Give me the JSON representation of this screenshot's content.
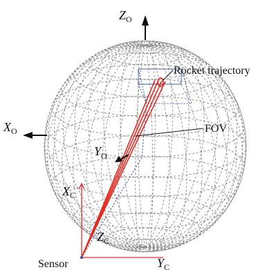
{
  "labels": {
    "z_o": {
      "main": "Z",
      "sub": "O"
    },
    "x_o": {
      "main": "X",
      "sub": "O"
    },
    "y_o": {
      "main": "Y",
      "sub": "O"
    },
    "x_c": {
      "main": "X",
      "sub": "C"
    },
    "y_c": {
      "main": "Y",
      "sub": "C"
    },
    "z_c": {
      "main": "Z",
      "sub": "C"
    },
    "rocket_trajectory": "Rocket trajectory",
    "fov": "FOV",
    "sensor": "Sensor"
  },
  "colors": {
    "grid": "#8c8c8c",
    "axis_black": "#111111",
    "sensor_axis_red": "#e8262b",
    "fov_red": "#e32b23",
    "projection_blue": "#3b5ba8"
  }
}
